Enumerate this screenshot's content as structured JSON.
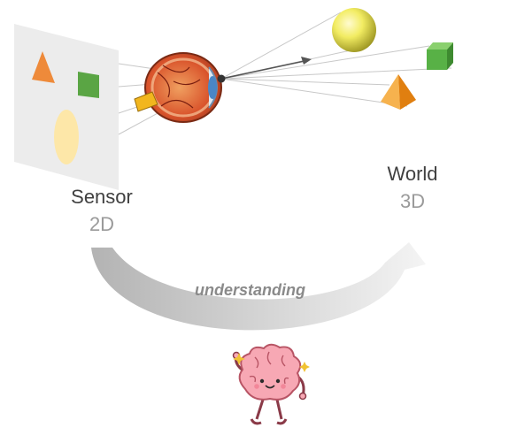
{
  "labels": {
    "sensor": "Sensor",
    "sensor_dim": "2D",
    "world": "World",
    "world_dim": "3D",
    "process": "understanding"
  },
  "colors": {
    "sensor_plane": "#ececec",
    "triangle": "#ee8a3a",
    "square": "#5aa544",
    "ellipse": "#fde7a8",
    "sphere": "#f2ec62",
    "cube": "#58b146",
    "pyramid": "#f49a23",
    "ray": "#c8c8c8",
    "arrow_start": "#b3b3b3",
    "arrow_end": "#f4f4f4",
    "brain": "#f7a8b4",
    "brain_outline": "#b85565",
    "sparkle": "#f1c232"
  },
  "icons": [
    "eye-icon",
    "brain-mascot-icon",
    "sparkle-icon"
  ]
}
